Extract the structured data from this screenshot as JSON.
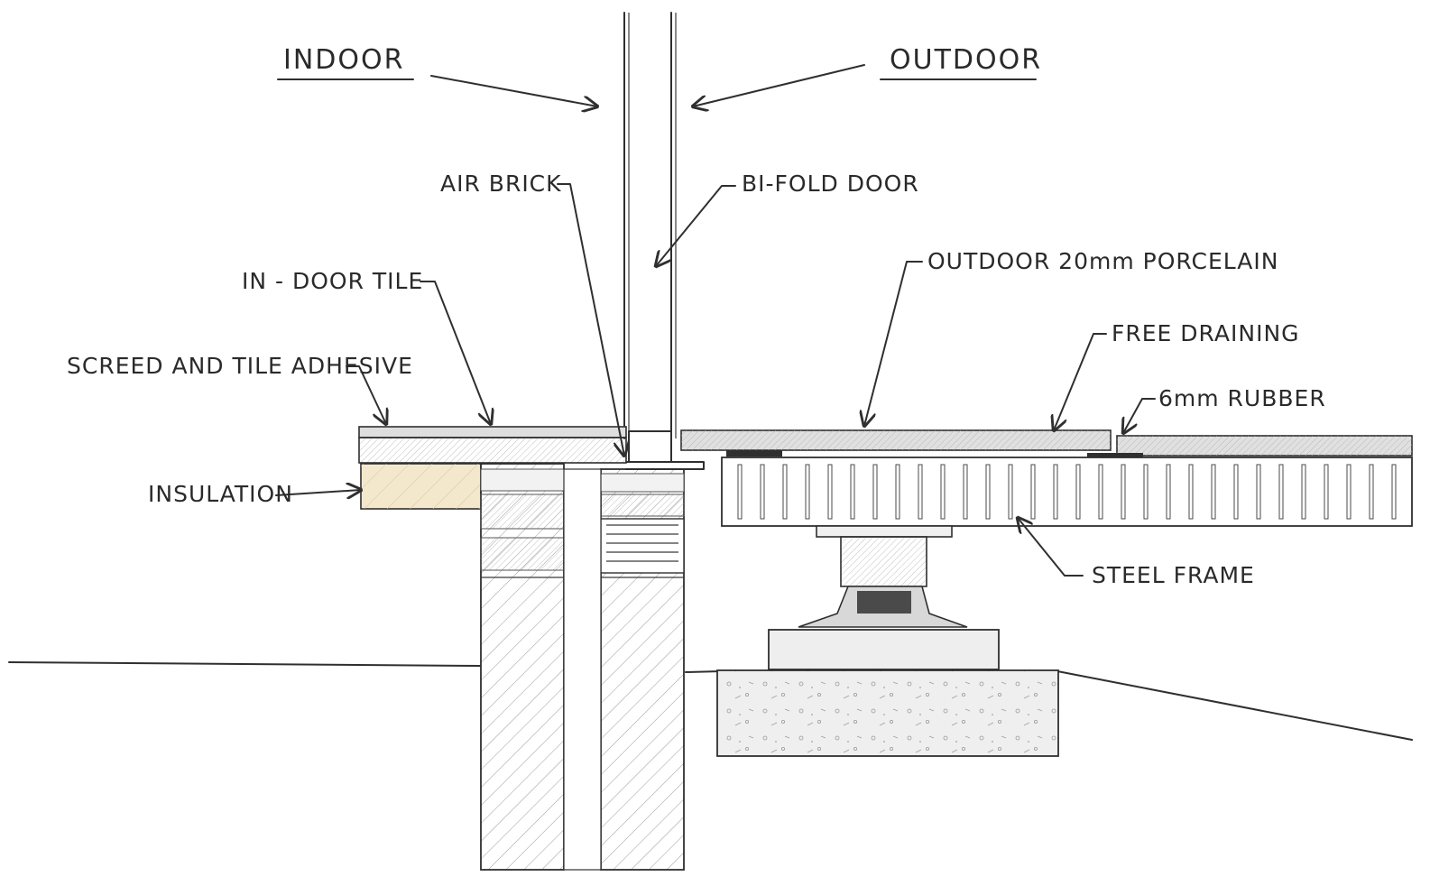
{
  "labels": {
    "indoor": "INDOOR",
    "outdoor": "OUTDOOR",
    "air_brick": "AIR BRICK",
    "bi_fold_door": "BI-FOLD DOOR",
    "outdoor_porcelain": "OUTDOOR 20mm PORCELAIN",
    "in_door_tile": "IN - DOOR TILE",
    "free_draining": "FREE DRAINING",
    "screed_adhesive": "SCREED AND TILE ADHESIVE",
    "rubber": "6mm RUBBER",
    "insulation": "INSULATION",
    "steel_frame": "STEEL FRAME"
  },
  "colors": {
    "ink": "#2f2f2f",
    "insulation_fill": "#f3e6c8",
    "concrete_fill": "#ececec",
    "tile_fill": "#e2e2e2"
  }
}
